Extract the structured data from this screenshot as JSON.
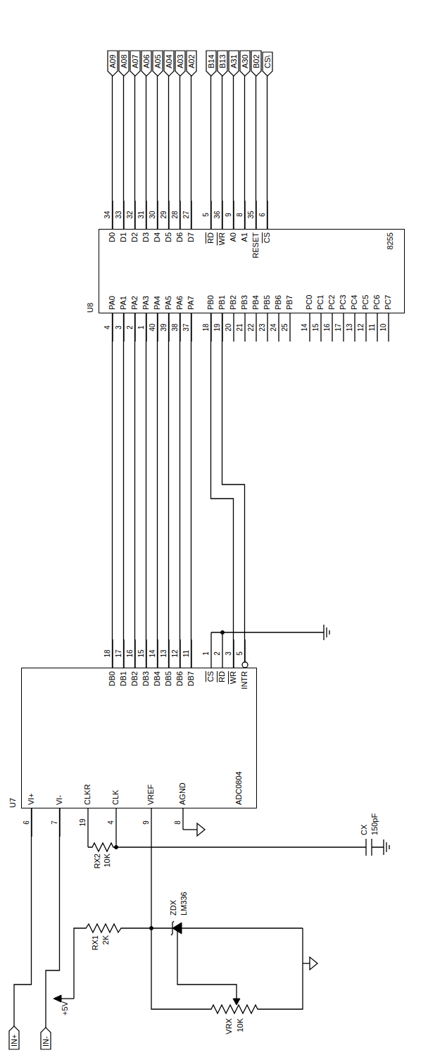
{
  "diagram": {
    "nodes": [
      {
        "text": [
          "IN+"
        ]
      },
      {
        "text": [
          "IN-"
        ]
      },
      {
        "text": [
          "U7",
          "VI+",
          "VI-",
          "CLKR",
          "CLK",
          "VREF",
          "AGND",
          "DB0",
          "DB1",
          "DB2",
          "DB3",
          "DB4",
          "DB5",
          "DB6",
          "DB7",
          "CS",
          "RD",
          "WR",
          "INTR",
          "ADC0804"
        ]
      },
      {
        "text": [
          "U8",
          "PA0",
          "PA1",
          "PA2",
          "PA3",
          "PA4",
          "PA5",
          "PA6",
          "PA7",
          "PB0",
          "PB1",
          "PB2",
          "PB3",
          "PB4",
          "PB5",
          "PB6",
          "PB7",
          "PC0",
          "PC1",
          "PC2",
          "PC3",
          "PC4",
          "PC5",
          "PC6",
          "PC7",
          "D0",
          "D1",
          "D2",
          "D3",
          "D4",
          "D5",
          "D6",
          "D7",
          "RD",
          "WR",
          "A0",
          "A1",
          "RESET",
          "CS",
          "8255"
        ]
      },
      {
        "text": [
          "A09"
        ]
      },
      {
        "text": [
          "A08"
        ]
      },
      {
        "text": [
          "A07"
        ]
      },
      {
        "text": [
          "A06"
        ]
      },
      {
        "text": [
          "A05"
        ]
      },
      {
        "text": [
          "A04"
        ]
      },
      {
        "text": [
          "A03"
        ]
      },
      {
        "text": [
          "A02"
        ]
      },
      {
        "text": [
          "B14"
        ]
      },
      {
        "text": [
          "B13"
        ]
      },
      {
        "text": [
          "A31"
        ]
      },
      {
        "text": [
          "A30"
        ]
      },
      {
        "text": [
          "B02"
        ]
      },
      {
        "text": [
          "CS\\"
        ]
      }
    ],
    "edges": [
      {
        "from": 0,
        "to": 2,
        "arrow": "none"
      },
      {
        "from": 1,
        "to": 2,
        "arrow": "none"
      },
      {
        "from": 2,
        "to": 3,
        "arrow": "none"
      },
      {
        "from": 2,
        "to": 3,
        "arrow": "none"
      },
      {
        "from": 2,
        "to": 3,
        "arrow": "none"
      },
      {
        "from": 2,
        "to": 3,
        "arrow": "none"
      },
      {
        "from": 2,
        "to": 3,
        "arrow": "none"
      },
      {
        "from": 2,
        "to": 3,
        "arrow": "none"
      },
      {
        "from": 2,
        "to": 3,
        "arrow": "none"
      },
      {
        "from": 2,
        "to": 3,
        "arrow": "none"
      },
      {
        "from": 2,
        "to": 3,
        "arrow": "none"
      },
      {
        "from": 2,
        "to": 3,
        "arrow": "none"
      },
      {
        "from": 3,
        "to": 4,
        "arrow": "none"
      },
      {
        "from": 3,
        "to": 5,
        "arrow": "none"
      },
      {
        "from": 3,
        "to": 6,
        "arrow": "none"
      },
      {
        "from": 3,
        "to": 7,
        "arrow": "none"
      },
      {
        "from": 3,
        "to": 8,
        "arrow": "none"
      },
      {
        "from": 3,
        "to": 9,
        "arrow": "none"
      },
      {
        "from": 3,
        "to": 10,
        "arrow": "none"
      },
      {
        "from": 3,
        "to": 11,
        "arrow": "none"
      },
      {
        "from": 3,
        "to": 12,
        "arrow": "none"
      },
      {
        "from": 3,
        "to": 13,
        "arrow": "none"
      },
      {
        "from": 3,
        "to": 14,
        "arrow": "none"
      },
      {
        "from": 3,
        "to": 15,
        "arrow": "none"
      },
      {
        "from": 3,
        "to": 16,
        "arrow": "none"
      },
      {
        "from": 3,
        "to": 17,
        "arrow": "none"
      }
    ],
    "labels": [
      "+5V",
      "RX1",
      "2K",
      "ZDX",
      "LM336",
      "VRX",
      "10K",
      "RX2",
      "10K",
      "CX",
      "150pF",
      "6",
      "7",
      "19",
      "4",
      "9",
      "8",
      "18",
      "17",
      "16",
      "15",
      "14",
      "13",
      "12",
      "11",
      "1",
      "2",
      "3",
      "5",
      "4",
      "3",
      "2",
      "1",
      "40",
      "39",
      "38",
      "37",
      "18",
      "19",
      "20",
      "21",
      "22",
      "23",
      "24",
      "25",
      "14",
      "15",
      "16",
      "17",
      "13",
      "12",
      "11",
      "10",
      "34",
      "33",
      "32",
      "31",
      "30",
      "29",
      "28",
      "27",
      "5",
      "36",
      "9",
      "8",
      "35",
      "6"
    ]
  }
}
